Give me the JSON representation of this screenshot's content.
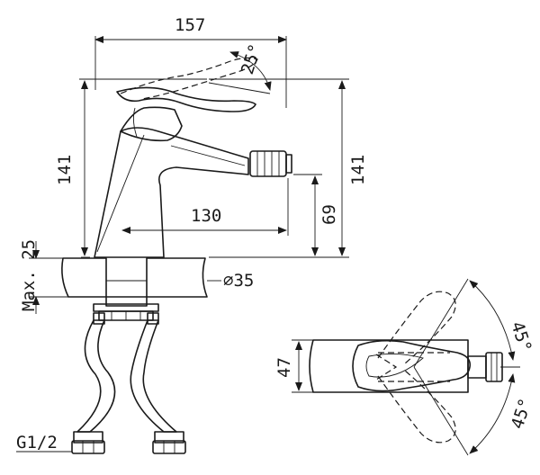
{
  "dimensions": {
    "width_total": "157",
    "handle_angle": "25°",
    "height_left": "141",
    "height_right": "141",
    "spout_reach": "130",
    "spout_height": "69",
    "max_deck": "Max. 25",
    "hole_diameter": "∅35",
    "thread": "G1/2",
    "top_width": "47",
    "angle_upper": "45°",
    "angle_lower": "45°"
  }
}
